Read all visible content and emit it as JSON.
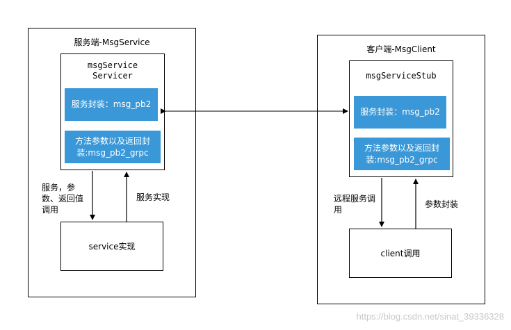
{
  "server": {
    "title": "服务端-MsgService",
    "servicer": {
      "title_line1": "msgService",
      "title_line2": "Servicer",
      "block1": "服务封装：msg_pb2",
      "block2_line1": "方法参数以及返回封",
      "block2_line2": "装:msg_pb2_grpc"
    },
    "impl_box": "service实现",
    "down_label_line1": "服务，参",
    "down_label_line2": "数、返回值",
    "down_label_line3": "调用",
    "up_label": "服务实现"
  },
  "client": {
    "title": "客户端-MsgClient",
    "stub": {
      "title": "msgServiceStub",
      "block1": "服务封装：msg_pb2",
      "block2_line1": "方法参数以及返回封",
      "block2_line2": "装:msg_pb2_grpc"
    },
    "call_box": "client调用",
    "down_label_line1": "远程服务调",
    "down_label_line2": "用",
    "up_label": "参数封装"
  },
  "watermark": "https://blog.csdn.net/sinat_39336328",
  "colors": {
    "block_fill": "#3a98d8",
    "line": "#000000"
  }
}
